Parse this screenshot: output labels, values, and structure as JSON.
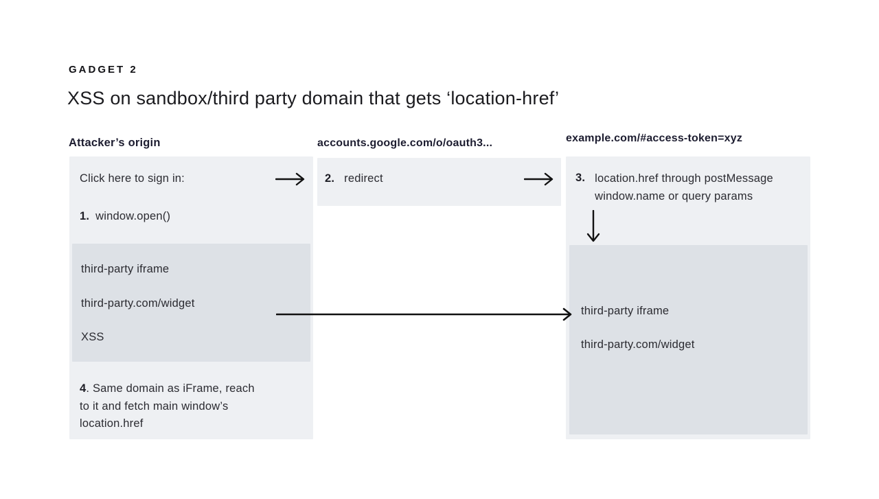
{
  "page": {
    "eyebrow": "GADGET 2",
    "title": "XSS on sandbox/third party domain that gets ‘location-href’"
  },
  "columns": {
    "attacker": {
      "header": "Attacker’s origin",
      "click_text": "Click here to sign in:",
      "step1": {
        "num": "1.",
        "text": "window.open()"
      },
      "iframe_box": {
        "line1": "third-party iframe",
        "line2": "third-party.com/widget",
        "line3": "XSS"
      },
      "step4": {
        "num": "4",
        "line1": ". Same domain as iFrame, reach",
        "line2": "to it and fetch main window’s",
        "line3": "location.href"
      }
    },
    "google": {
      "header": "accounts.google.com/o/oauth3...",
      "step2": {
        "num": "2.",
        "text": "redirect"
      }
    },
    "example": {
      "header": "example.com/#access-token=xyz",
      "step3": {
        "num": "3.",
        "line1": "location.href through postMessage",
        "line2": "window.name or query params"
      },
      "iframe_box": {
        "line1": "third-party iframe",
        "line2": "third-party.com/widget"
      }
    }
  },
  "icons": {
    "arrow_right": "→",
    "arrow_down": "↓"
  },
  "colors": {
    "background": "#ffffff",
    "box_outer": "#eef0f3",
    "box_inner": "#dde1e6",
    "header_text": "#1d1d30",
    "body_text": "#2b2b31",
    "arrow": "#111111"
  }
}
